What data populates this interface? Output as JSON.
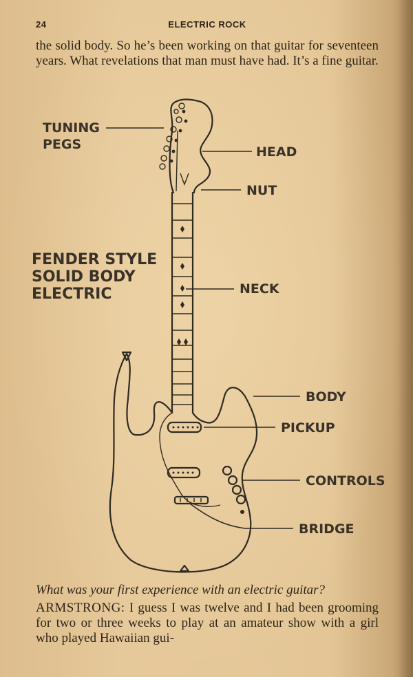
{
  "header": {
    "page_number": "24",
    "running_head": "ELECTRIC ROCK"
  },
  "text": {
    "top_paragraph": "the solid body. So he’s been working on that guitar for seventeen years. What revelations that man must have had. It’s a fine guitar.",
    "question": "What was your first experience with an electric guitar?",
    "answer_speaker": "ARMSTRONG:",
    "answer_text": " I guess I was twelve and I had been grooming for two or three weeks to play at an amateur show with a girl who played Hawaiian gui-"
  },
  "diagram": {
    "title_lines": [
      "FENDER STYLE",
      "SOLID BODY",
      "ELECTRIC"
    ],
    "labels": {
      "tuning_pegs": [
        "TUNING",
        "PEGS"
      ],
      "head": "HEAD",
      "nut": "NUT",
      "neck": "NECK",
      "body": "BODY",
      "pickup": "PICKUP",
      "controls": "CONTROLS",
      "bridge": "BRIDGE"
    }
  }
}
